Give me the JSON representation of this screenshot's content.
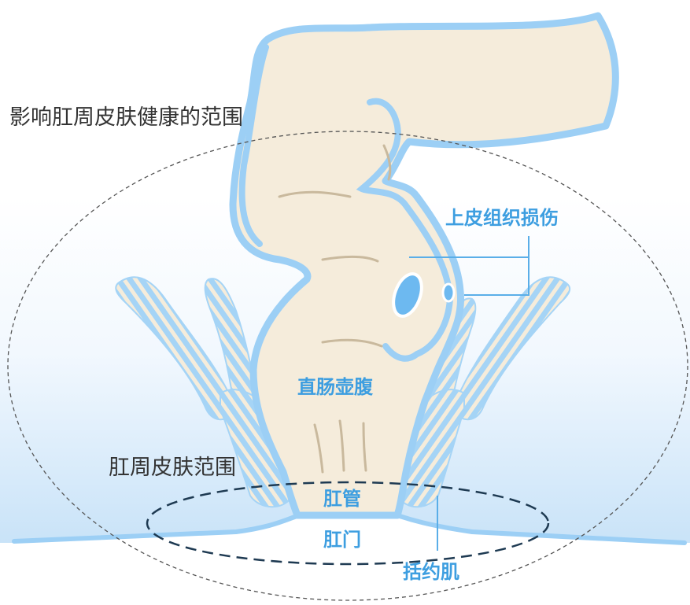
{
  "labels": {
    "outer_region": "影响肛周皮肤健康的范围",
    "perianal_region": "肛周皮肤范围",
    "epithelial_damage": "上皮组织损伤",
    "rectal_ampulla": "直肠壶腹",
    "anal_canal": "肛管",
    "anus": "肛门",
    "sphincter": "括约肌"
  },
  "colors": {
    "outline_blue": "#9ccff5",
    "label_blue": "#3d9ee0",
    "tissue_beige": "#f5ecdb",
    "fold_line": "#c9b99d",
    "muscle_blue": "#a5d4f6",
    "inner_dash": "#1e3a52",
    "outer_dash": "#555555",
    "dark_text": "#333333"
  }
}
